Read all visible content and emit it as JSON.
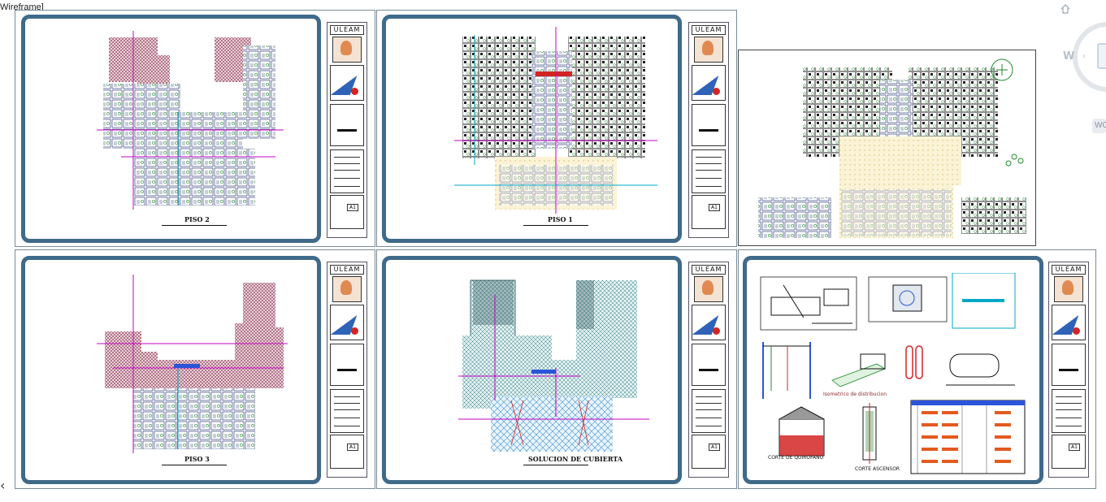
{
  "viewport": {
    "label": "Wireframe]"
  },
  "titleblock": {
    "header": "ULEAM",
    "sheet_size": "A1"
  },
  "sheets": [
    {
      "id": "piso2",
      "title": "PISO 2"
    },
    {
      "id": "piso1",
      "title": "PISO 1"
    },
    {
      "id": "piso3",
      "title": "PISO 3"
    },
    {
      "id": "cubierta",
      "title": "SOLUCION DE CUBIERTA"
    }
  ],
  "details": {
    "isometric": "Isometrico de distribucion",
    "quirofano": "CORTE DE QUIROFANO",
    "ascensor": "CORTE ASCENSOR"
  },
  "navigation": {
    "viewcube_compass": "W",
    "viewcube_label": "WC"
  },
  "colors": {
    "frame": "#3f6a8a",
    "hatch_red": "#8a3b55",
    "hatch_teal": "#3a7d86",
    "magenta": "#c400c4",
    "cyan": "#00a8c8"
  }
}
